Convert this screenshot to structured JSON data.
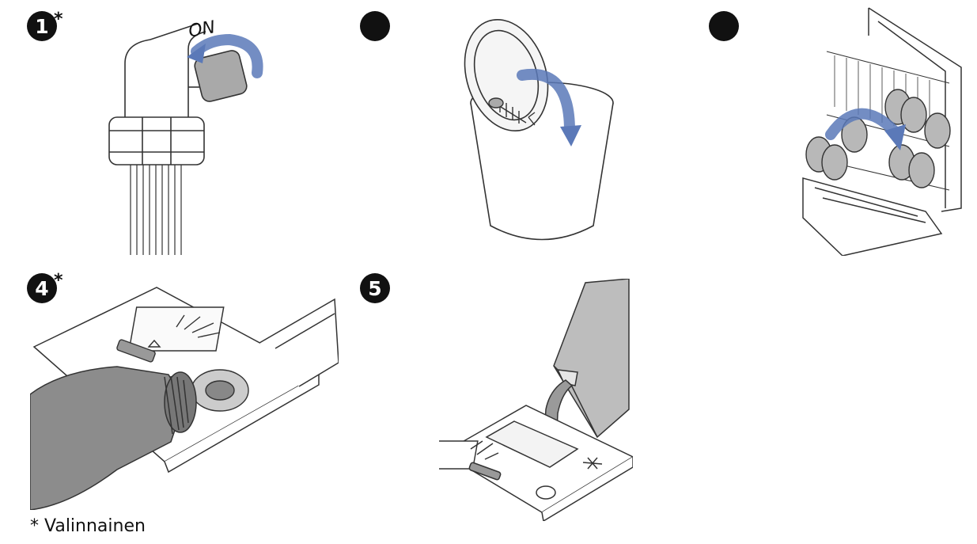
{
  "steps": [
    {
      "number": "1",
      "optional_mark": "*",
      "label": "ON"
    },
    {
      "number": ""
    },
    {
      "number": ""
    },
    {
      "number": "4",
      "optional_mark": "*"
    },
    {
      "number": "5"
    }
  ],
  "footnote": "* Valinnainen",
  "colors": {
    "arrow": "#5b79b8",
    "arrow_light": "#9db0d9",
    "line": "#333333",
    "gray": "#8a8a8a",
    "gray_light": "#cfcfcf"
  }
}
